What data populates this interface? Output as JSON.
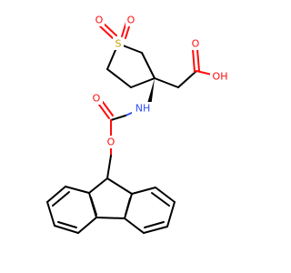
{
  "colors": {
    "carbon_bond": "#000000",
    "oxygen": "#ff0d0d",
    "nitrogen": "#3050f8",
    "sulfur": "#c8a000",
    "background": "#ffffff"
  },
  "atoms": {
    "sulfur": "S",
    "sulfonyl_oxygen_left": "O",
    "sulfonyl_oxygen_right": "O",
    "acid_carbonyl_oxygen": "O",
    "acid_hydroxyl": "OH",
    "amine": "NH",
    "carbamate_carbonyl_oxygen": "O",
    "carbamate_ester_oxygen": "O"
  }
}
